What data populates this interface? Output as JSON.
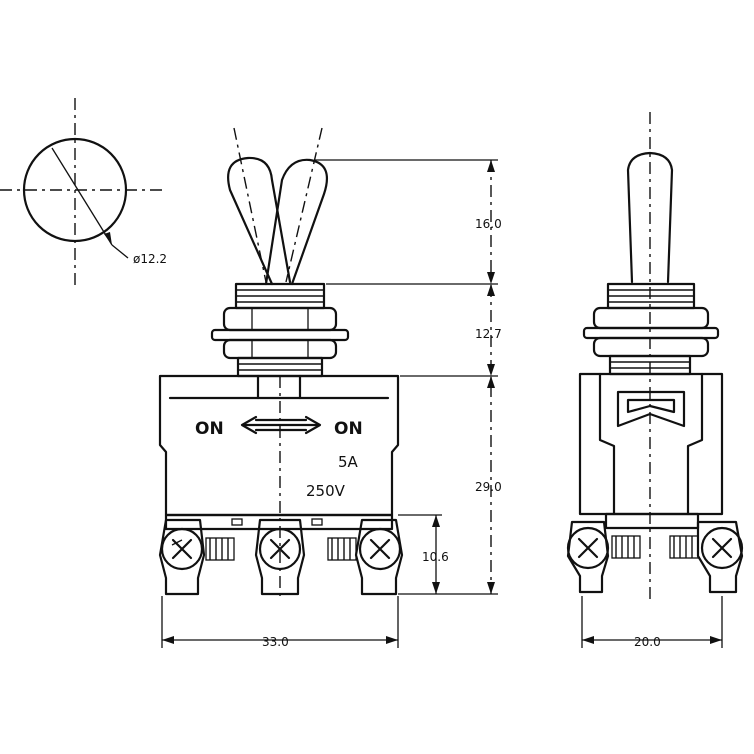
{
  "hole_symbol": {
    "diameter_label": "ø12.2"
  },
  "front_view": {
    "label_on_left": "ON",
    "label_on_right": "ON",
    "rating_current": "5A",
    "rating_voltage": "250V"
  },
  "dimensions": {
    "lever_height": "16.0",
    "bushing_height": "12.7",
    "body_height": "29.0",
    "terminal_height": "10.6",
    "body_width": "33.0",
    "side_width": "20.0"
  },
  "colors": {
    "line": "#111111",
    "background": "#ffffff"
  }
}
